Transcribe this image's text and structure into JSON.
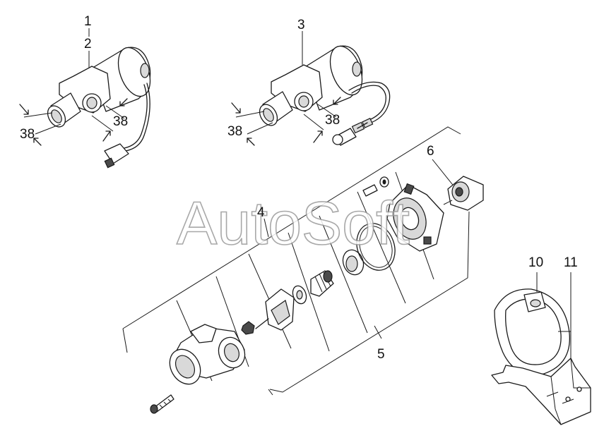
{
  "watermark": "AutoSoft",
  "callouts": {
    "c1": "1",
    "c2": "2",
    "c3": "3",
    "c4": "4",
    "c5": "5",
    "c6": "6",
    "c10": "10",
    "c11": "11",
    "dim_pump1_left": "38",
    "dim_pump1_right": "38",
    "dim_pump3_left": "38",
    "dim_pump3_right": "38"
  }
}
